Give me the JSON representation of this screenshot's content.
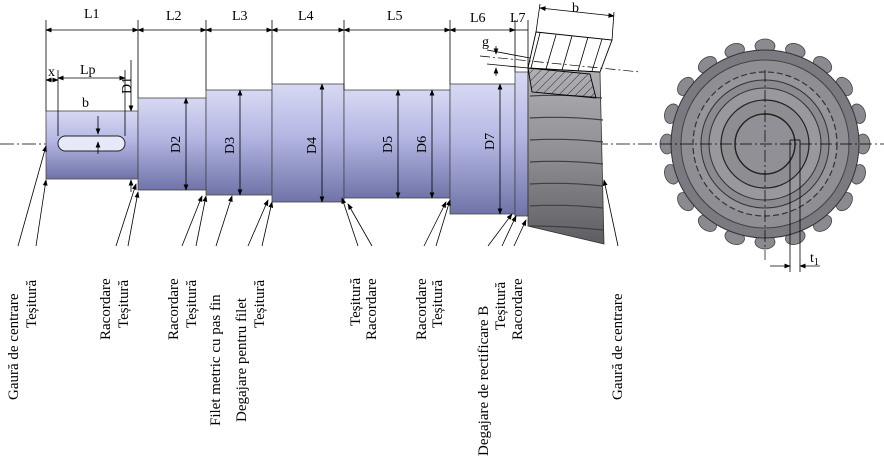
{
  "shaft": {
    "dims_top": [
      "L1",
      "L2",
      "L3",
      "L4",
      "L5",
      "L6",
      "L7"
    ],
    "gear_width": "b",
    "key_dims": {
      "x": "x",
      "lp": "Lp",
      "key_b": "b",
      "d1": "D1"
    },
    "diameters": [
      "D2",
      "D3",
      "D4",
      "D5",
      "D6",
      "D7"
    ],
    "g": "g"
  },
  "labels": [
    "Gaură de centrare",
    "Teșitură",
    "Racordare",
    "Teșitură",
    "Racordare",
    "Teșitură",
    "Filet metric cu pas fin",
    "Degajare pentru filet",
    "Teșitură",
    "Teșitură",
    "Racordare",
    "Racordare",
    "Teșitură",
    "Degajare de rectificare B",
    "Teșitură",
    "Racordare",
    "Gaură de centrare"
  ],
  "gear_view": {
    "t1": "t",
    "t1_sub": "1"
  },
  "colors": {
    "shaft_light": "#b9bce6",
    "shaft_dark": "#6a6fa6",
    "gear": "#8c8c90"
  }
}
